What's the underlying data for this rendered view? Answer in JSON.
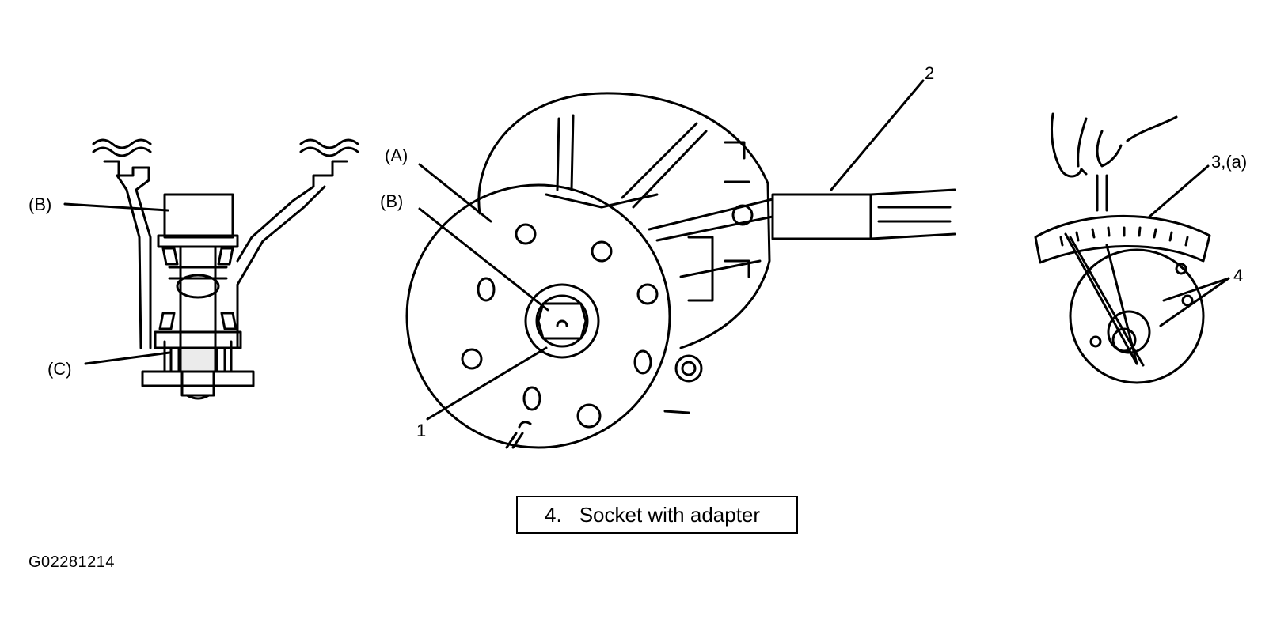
{
  "labels": {
    "left_B": "(B)",
    "left_C": "(C)",
    "mid_A": "(A)",
    "mid_B": "(B)",
    "mid_1": "1",
    "mid_2": "2",
    "right_3a": "3,(a)",
    "right_4": "4"
  },
  "caption": {
    "number": "4.",
    "text": "Socket with adapter"
  },
  "figure_id": "G02281214",
  "colors": {
    "ink": "#000000",
    "paper": "#ffffff"
  }
}
